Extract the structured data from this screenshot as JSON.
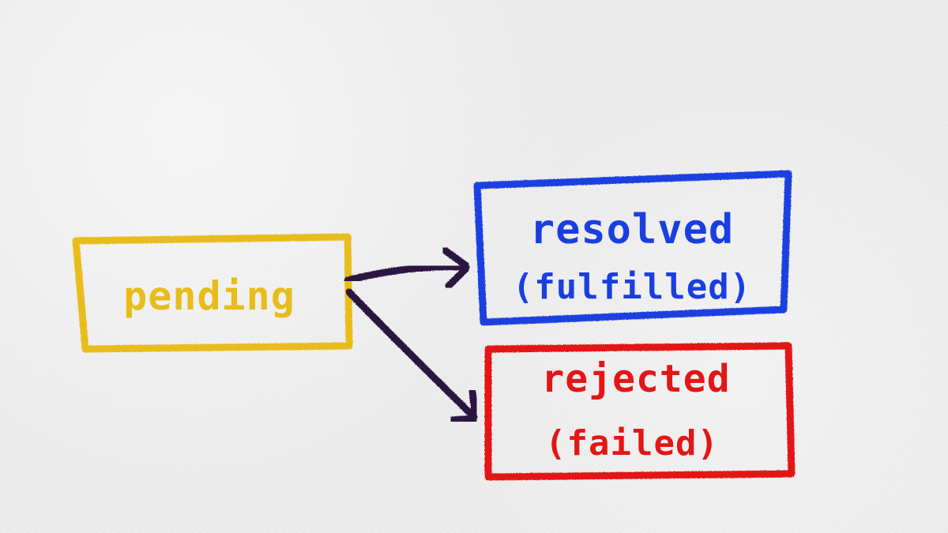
{
  "nodes": {
    "pending": {
      "label": "pending",
      "color": "#e8bc1a"
    },
    "resolved": {
      "label": "resolved",
      "sublabel": "(fulfilled)",
      "color": "#1a3fe0"
    },
    "rejected": {
      "label": "rejected",
      "sublabel": "(failed)",
      "color": "#e31616"
    }
  },
  "edges": [
    {
      "from": "pending",
      "to": "resolved",
      "color": "#2b1740"
    },
    {
      "from": "pending",
      "to": "rejected",
      "color": "#2b1740"
    }
  ]
}
